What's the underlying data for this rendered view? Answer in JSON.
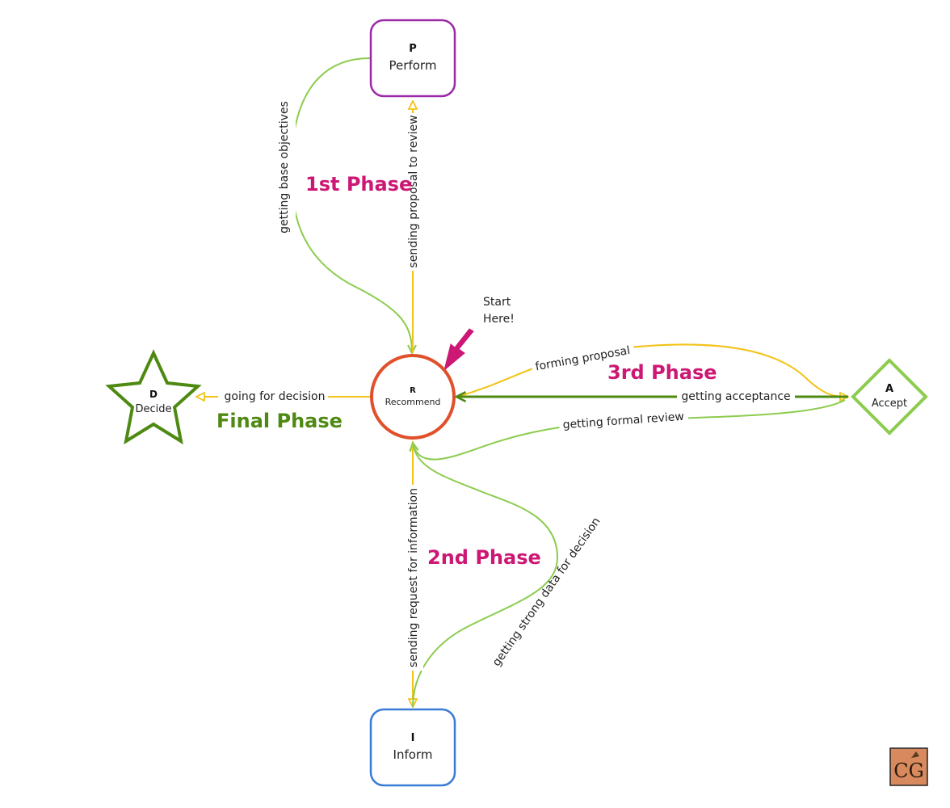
{
  "colors": {
    "perform": "#9c2aa8",
    "recommend": "#e0502a",
    "inform": "#3a7bd5",
    "accept": "#8ccc4e",
    "decide": "#4e8a12",
    "yellow_edge": "#f2c318",
    "green_edge": "#8ccc4e",
    "dark_green_edge": "#4e8a12",
    "phase_pink": "#cc1874",
    "phase_green": "#4e8a12",
    "logo_bg": "#d88a5e"
  },
  "nodes": {
    "perform": {
      "key": "P",
      "label": "Perform"
    },
    "recommend": {
      "key": "R",
      "label": "Recommend"
    },
    "inform": {
      "key": "I",
      "label": "Inform"
    },
    "accept": {
      "key": "A",
      "label": "Accept"
    },
    "decide": {
      "key": "D",
      "label": "Decide"
    }
  },
  "edges": {
    "base_objectives": "getting base objectives",
    "proposal_to_review": "sending proposal to review",
    "going_for_decision": "going for decision",
    "forming_proposal": "forming proposal",
    "getting_acceptance": "getting acceptance",
    "formal_review": "getting formal review",
    "request_for_information": "sending request for information",
    "strong_data": "getting strong data for decision"
  },
  "phases": {
    "first": "1st Phase",
    "second": "2nd Phase",
    "third": "3rd Phase",
    "final": "Final Phase"
  },
  "start_note": {
    "line1": "Start",
    "line2": "Here!"
  },
  "logo": {
    "letters": "CG"
  }
}
